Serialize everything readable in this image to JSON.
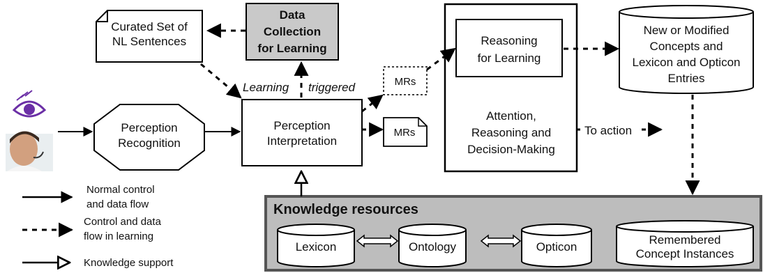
{
  "nodes": {
    "curated": [
      "Curated Set of",
      "NL Sentences"
    ],
    "data_collection": [
      "Data",
      "Collection",
      "for Learning"
    ],
    "perception_recognition": [
      "Perception",
      "Recognition"
    ],
    "perception_interpretation": [
      "Perception",
      "Interpretation"
    ],
    "reasoning_learning": [
      "Reasoning",
      "for Learning"
    ],
    "attention": [
      "Attention,",
      "Reasoning and",
      "Decision-Making"
    ],
    "new_concepts": [
      "New or Modified",
      "Concepts and",
      "Lexicon and Opticon",
      "Entries"
    ],
    "mrs_dashed": "MRs",
    "mrs_doc": "MRs"
  },
  "labels": {
    "learning": "Learning",
    "triggered": "triggered",
    "to_action": "To action"
  },
  "knowledge": {
    "title": "Knowledge resources",
    "lexicon": "Lexicon",
    "ontology": "Ontology",
    "opticon": "Opticon",
    "remembered": [
      "Remembered",
      "Concept Instances"
    ]
  },
  "legend": {
    "normal": [
      "Normal control",
      "and data flow"
    ],
    "learning": [
      "Control and data",
      "flow in learning"
    ],
    "knowledge": "Knowledge support"
  },
  "icons": {
    "eye": "eye-icon",
    "person": "person-headset-icon"
  },
  "colors": {
    "data_collection_fill": "#c9c9c9",
    "knowledge_bg": "#bdbdbd",
    "eye": "#6b2fa6"
  }
}
